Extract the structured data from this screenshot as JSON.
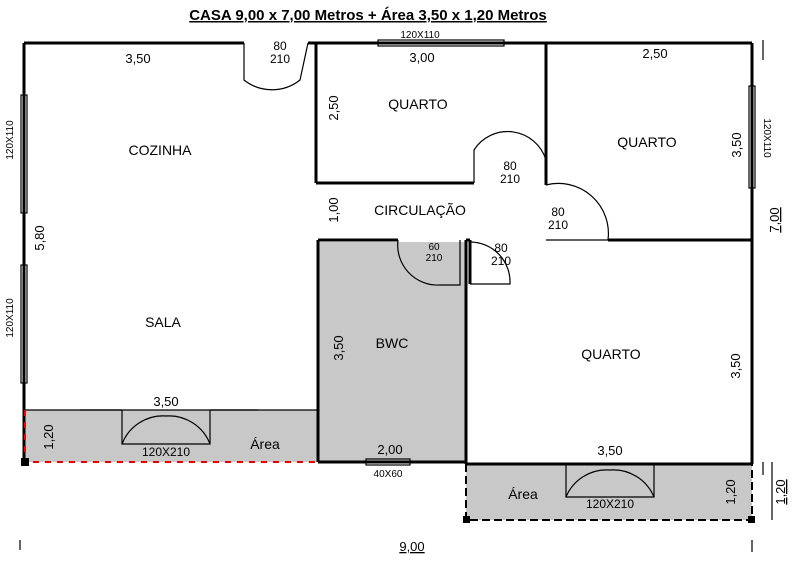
{
  "title": "CASA 9,00 x 7,00 Metros + Área 3,50 x 1,20 Metros",
  "rooms": {
    "cozinha": "COZINHA",
    "sala": "SALA",
    "quarto1": "QUARTO",
    "quarto2": "QUARTO",
    "quarto3": "QUARTO",
    "circulacao": "CIRCULAÇÃO",
    "bwc": "BWC",
    "area1": "Área",
    "area2": "Área"
  },
  "dimensions": {
    "top_left_width": "3,50",
    "quarto1_width": "3,00",
    "quarto2_width": "2,50",
    "quarto1_height": "2,50",
    "quarto2_height": "3,50",
    "left_height": "5,80",
    "circulacao_height": "1,00",
    "bwc_height": "3,50",
    "quarto3_height": "3,50",
    "total_height": "7,00",
    "area1_width": "3,50",
    "area1_height": "1,20",
    "bwc_width": "2,00",
    "area2_width": "3,50",
    "area2_height": "1,20",
    "area2_outer_height": "1,20",
    "total_width": "9,00"
  },
  "doors": {
    "entrance": [
      "80",
      "210"
    ],
    "quarto1_door": [
      "80",
      "210"
    ],
    "quarto2_door": [
      "80",
      "210"
    ],
    "quarto3_door": [
      "80",
      "210"
    ],
    "bwc_door": [
      "60",
      "210"
    ]
  },
  "windows": {
    "quarto1_top": "120X110",
    "quarto2_right": "120X110",
    "cozinha_left": "120X110",
    "sala_left": "120X110",
    "area1_door": "120X210",
    "area2_door": "120X210",
    "bwc_bottom": "40X60"
  }
}
